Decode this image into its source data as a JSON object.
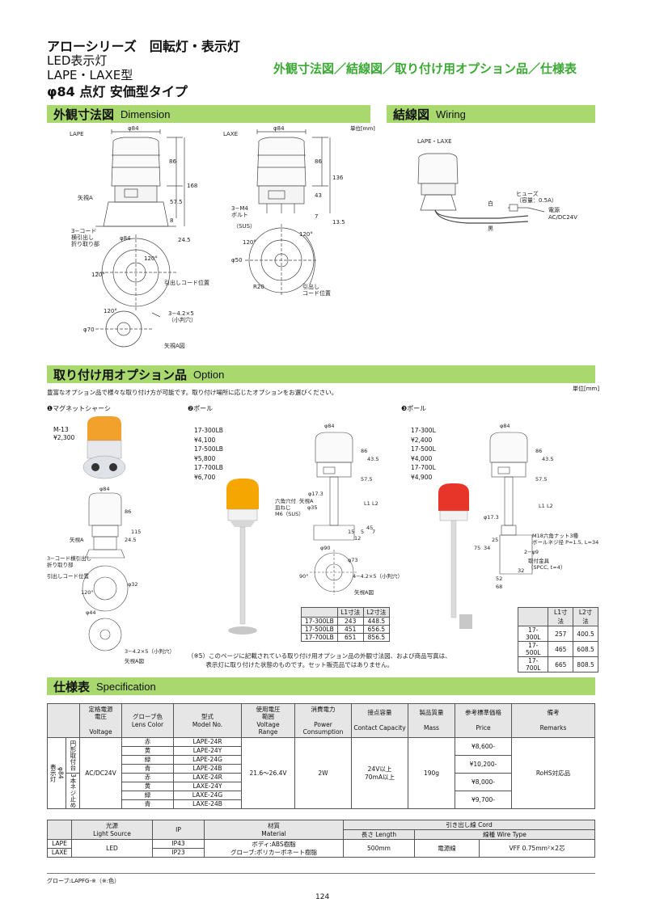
{
  "header": {
    "series": "アローシリーズ　回転灯・表示灯",
    "line2": "LED表示灯",
    "line3": "LAPE・LAXE型",
    "line4": "φ84 点灯 安価型タイプ",
    "right": "外観寸法図／結線図／取り付け用オプション品／仕様表"
  },
  "dimension": {
    "jp": "外観寸法図",
    "en": "Dimension",
    "unit": "単位[mm]",
    "lape": {
      "label": "LAPE",
      "d84": "φ84",
      "h86": "86",
      "h168": "168",
      "h575": "57.5",
      "h8": "8",
      "h245": "24.5",
      "view": "矢視A",
      "cord": "3−コード\n横引出し\n折り取り部",
      "d84b": "φ84",
      "a120a": "120°",
      "a120b": "120°",
      "a120c": "120°",
      "cordpos": "引出しコード位置",
      "d70": "φ70",
      "holes": "3−4.2×5\n（小判穴）",
      "viewA": "矢視A図"
    },
    "laxe": {
      "label": "LAXE",
      "d84": "φ84",
      "h86": "86",
      "h136": "136",
      "h43": "43",
      "h7": "7",
      "h135": "13.5",
      "bolt": "3−M4\nボルト",
      "sus": "（SUS）",
      "a120a": "120°",
      "a120b": "120°",
      "d50": "φ50",
      "r20": "R20",
      "cordpos": "引出し\nコード位置"
    }
  },
  "wiring": {
    "jp": "結線図",
    "en": "Wiring",
    "model": "LAPE・LAXE",
    "fuse": "ヒューズ\n（容量：0.5A）",
    "white": "白",
    "black": "黒",
    "power": "電源",
    "acdc": "AC/DC24V"
  },
  "option": {
    "jp": "取り付け用オプション品",
    "en": "Option",
    "unit": "単位[mm]",
    "intro": "豊富なオプション品で様々な取り付け方が可能です。取り付け場所に応じたオプションをお選びください。",
    "opt1": {
      "title": "❶マグネットシャーシ",
      "model": "M-13",
      "price": "¥2,300"
    },
    "opt2": {
      "title": "❷ポール",
      "items": [
        {
          "m": "17-300LB",
          "p": "¥4,100"
        },
        {
          "m": "17-500LB",
          "p": "¥5,800"
        },
        {
          "m": "17-700LB",
          "p": "¥6,700"
        }
      ]
    },
    "opt3": {
      "title": "❸ポール",
      "items": [
        {
          "m": "17-300L",
          "p": "¥2,400"
        },
        {
          "m": "17-500L",
          "p": "¥4,000"
        },
        {
          "m": "17-700L",
          "p": "¥4,900"
        }
      ]
    },
    "table2": {
      "head": [
        "",
        "L1寸法",
        "L2寸法"
      ],
      "rows": [
        [
          "17-300LB",
          "243",
          "448.5"
        ],
        [
          "17-500LB",
          "451",
          "656.5"
        ],
        [
          "17-700LB",
          "651",
          "856.5"
        ]
      ]
    },
    "table3": {
      "head": [
        "",
        "L1寸法",
        "L2寸法"
      ],
      "rows": [
        [
          "17-300L",
          "257",
          "400.5"
        ],
        [
          "17-500L",
          "465",
          "608.5"
        ],
        [
          "17-700L",
          "665",
          "808.5"
        ]
      ]
    },
    "note": "（※5）このページに記載されている取り付け用オプション品の外観寸法図、および商品写真は、\n　　　表示灯に取り付けた状態のものです。セット販売品ではありません。",
    "d2": {
      "d84": "φ84",
      "h86": "86",
      "h435": "43.5",
      "h575": "57.5",
      "l1": "L1",
      "l2": "L2",
      "d173": "φ17.3",
      "view": "矢視A",
      "d35": "φ35",
      "bolt": "六角穴付\n皿ねじ\nM6（SUS）",
      "d90": "φ90",
      "d73": "φ73",
      "holes": "4−4.2×5（小判穴）",
      "a90": "90°",
      "viewA": "矢視A図",
      "n15": "15",
      "n12": "12",
      "n5": "5",
      "n45": "45",
      "n7": "7"
    },
    "d3": {
      "d84": "φ84",
      "h86": "86",
      "h435": "43.5",
      "h575": "57.5",
      "l1": "L1",
      "l2": "L2",
      "d173": "φ17.3",
      "nut": "M18六角ナット3種\nボールネジ径 P=1.5, L=34",
      "d9": "2−φ9",
      "bracket": "取付金具\n（SPCC, t=4）",
      "n75": "75",
      "n34": "34",
      "n25": "25",
      "n32": "32",
      "n52": "52",
      "n68": "68"
    },
    "m13": {
      "d84": "φ84",
      "h86": "86",
      "h245": "24.5",
      "h115": "115",
      "view": "矢視A",
      "cord": "3−コード横引出し\n折り取り部",
      "cordpos": "引出しコード位置",
      "d32": "φ32",
      "d44": "φ44",
      "a120": "120°",
      "holes": "3−4.2×5（小判穴）",
      "viewA": "矢視A図"
    }
  },
  "spec": {
    "jp": "仕様表",
    "en": "Specification",
    "cols": [
      [
        "定格電源\n電圧",
        "Voltage"
      ],
      [
        "グローブ色\nLens Color",
        ""
      ],
      [
        "型式\nModel No.",
        ""
      ],
      [
        "使用電圧\n範囲",
        "Voltage\nRange"
      ],
      [
        "消費電力",
        "Power\nConsumption"
      ],
      [
        "接点容量",
        "Contact Capacity"
      ],
      [
        "製品質量",
        "Mass"
      ],
      [
        "参考標準価格",
        "Price"
      ],
      [
        "備考",
        "Remarks"
      ]
    ],
    "group": "φ84\n表示灯",
    "sub1": "円形取付台",
    "sub2": "3本ネジ止め",
    "voltage": "AC/DC24V",
    "colors": [
      "赤",
      "黄",
      "緑",
      "青",
      "赤",
      "黄",
      "緑",
      "青"
    ],
    "models": [
      "LAPE-24R",
      "LAPE-24Y",
      "LAPE-24G",
      "LAPE-24B",
      "LAXE-24R",
      "LAXE-24Y",
      "LAXE-24G",
      "LAXE-24B"
    ],
    "range": "21.6〜26.4V",
    "power": "2W",
    "contact": "24V以上\n70mA以上",
    "mass": "190g",
    "prices": [
      "¥8,600-",
      "¥10,200-",
      "¥8,000-",
      "¥9,700-"
    ],
    "remarks": "RoHS対応品",
    "t2head": {
      "light": "光源\nLight Source",
      "ip": "IP",
      "mat": "材質\nMaterial",
      "cord": "引き出し線 Cord",
      "len": "長さ Length",
      "wire": "線種 Wire Type"
    },
    "t2rows": [
      {
        "m": "LAPE",
        "ip": "IP43"
      },
      {
        "m": "LAXE",
        "ip": "IP23"
      }
    ],
    "light": "LED",
    "material": "ボディ:ABS樹脂\nグローブ:ポリカーボネート樹脂",
    "length": "500mm",
    "wtype": "電源線",
    "wspec": "VFF 0.75mm²×2芯"
  },
  "footnote": "グローブ:LAPFG-※（※:色）",
  "page": "124"
}
